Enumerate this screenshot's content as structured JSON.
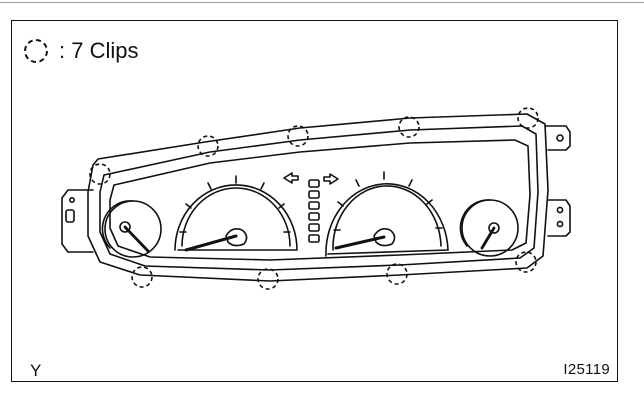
{
  "legend": {
    "icon": "dashed-circle-icon",
    "text": ": 7 Clips"
  },
  "corner_label": "Y",
  "figure_id": "I25119",
  "colors": {
    "ink": "#111111",
    "background": "#ffffff"
  }
}
